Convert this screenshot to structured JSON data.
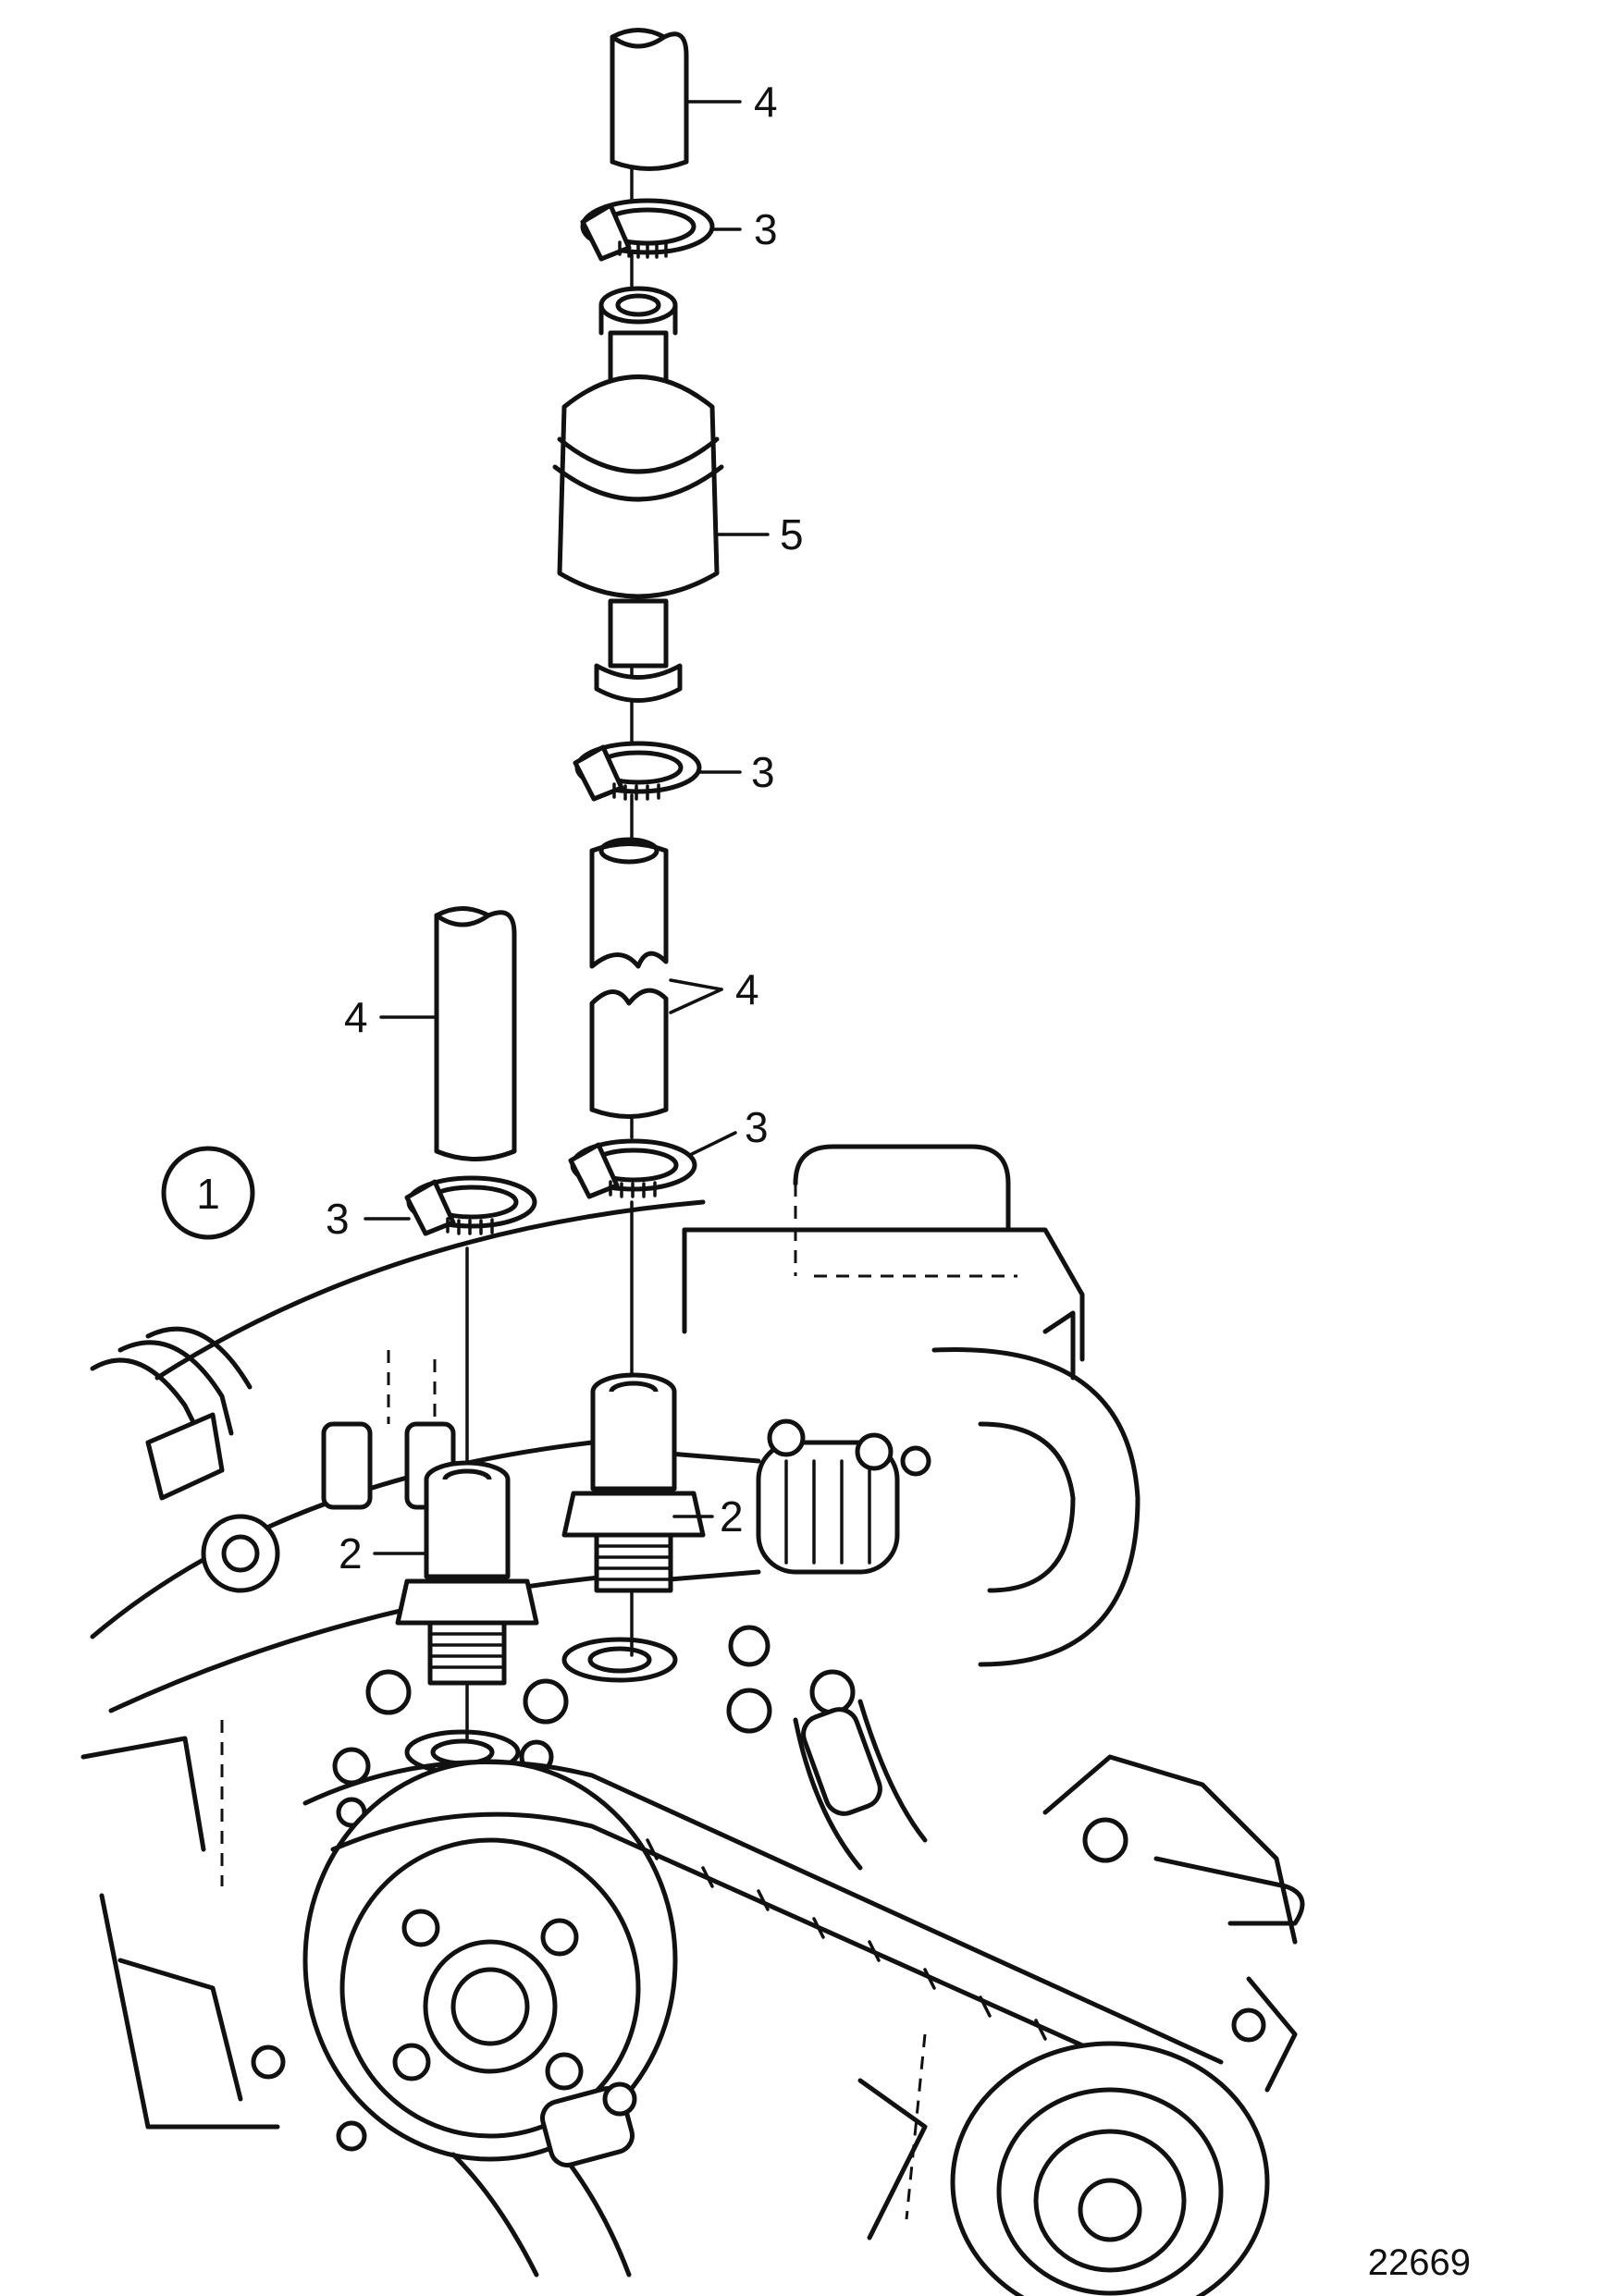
{
  "figure": {
    "reference_number": "22669",
    "view_marker": "1"
  },
  "callouts": [
    {
      "id": "c4a",
      "text": "4"
    },
    {
      "id": "c3a",
      "text": "3"
    },
    {
      "id": "c5",
      "text": "5"
    },
    {
      "id": "c3b",
      "text": "3"
    },
    {
      "id": "c4b",
      "text": "4"
    },
    {
      "id": "c4c",
      "text": "4"
    },
    {
      "id": "c3c",
      "text": "3"
    },
    {
      "id": "c3d",
      "text": "3"
    },
    {
      "id": "c2a",
      "text": "2"
    },
    {
      "id": "c2b",
      "text": "2"
    }
  ]
}
